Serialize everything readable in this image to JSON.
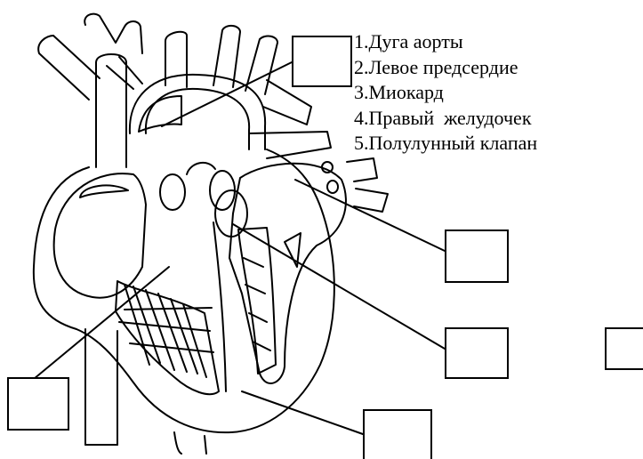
{
  "legend": [
    {
      "number": "1.",
      "text": "Дуга аорты"
    },
    {
      "number": "2.",
      "text": "Левое предсердие"
    },
    {
      "number": "3.",
      "text": "Миокард"
    },
    {
      "number": "4.",
      "text": "Правый  желудочек"
    },
    {
      "number": "5.",
      "text": "Полулунный клапан"
    }
  ],
  "answer_boxes": [
    {
      "id": "box-aortic-arch-pointer",
      "value": ""
    },
    {
      "id": "box-left-atrium-pointer",
      "value": ""
    },
    {
      "id": "box-valve-pointer",
      "value": ""
    },
    {
      "id": "box-unconnected",
      "value": ""
    },
    {
      "id": "box-myocardium-pointer",
      "value": ""
    },
    {
      "id": "box-right-side-pointer",
      "value": ""
    }
  ],
  "colors": {
    "line": "#000000",
    "background": "#ffffff"
  }
}
